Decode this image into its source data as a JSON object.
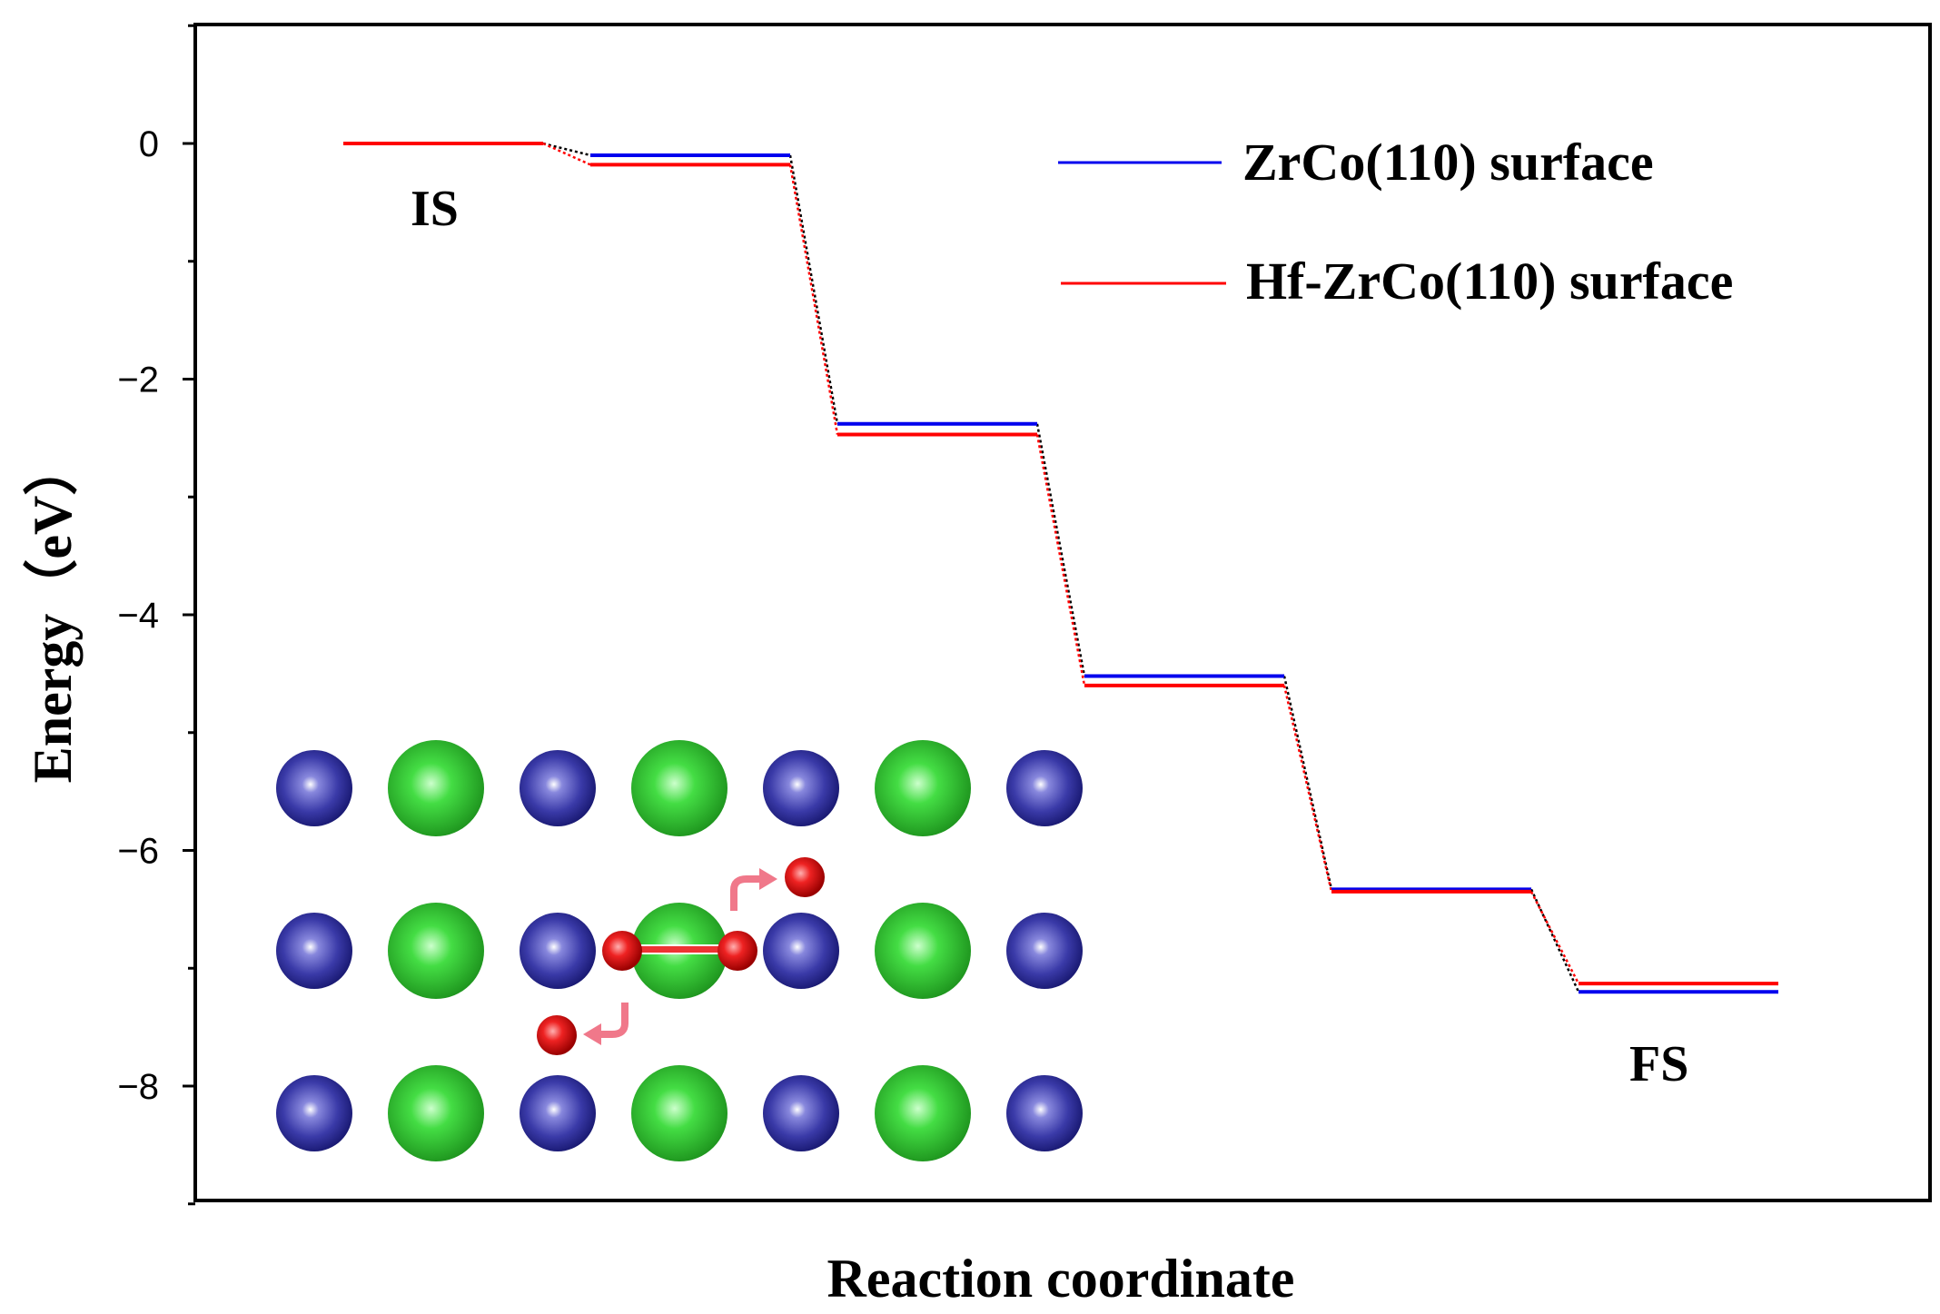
{
  "chart_data": {
    "type": "line",
    "ylabel": "Energy（eV）",
    "xlabel": "Reaction coordinate",
    "ylim": [
      -9,
      1
    ],
    "yticks": [
      0,
      -2,
      -4,
      -6,
      -8
    ],
    "ytick_labels": [
      "0",
      "−2",
      "−4",
      "−6",
      "−8"
    ],
    "x_steps": 7,
    "series": [
      {
        "name": "ZrCo(110) surface",
        "color": "#0000ee",
        "values": [
          0,
          -0.1,
          -2.38,
          -4.52,
          -6.33,
          -7.2
        ]
      },
      {
        "name": "Hf-ZrCo(110) surface",
        "color": "#ff0000",
        "values": [
          0,
          -0.18,
          -2.47,
          -4.6,
          -6.35,
          -7.13
        ]
      }
    ],
    "connector_style": "dotted",
    "state_labels": {
      "initial": "IS",
      "final": "FS"
    },
    "legend_position": "top-right",
    "inset": {
      "description_icon": "atomic-structure-inset",
      "colors": {
        "blue_atom": "#2a2a9a",
        "green_atom": "#33cc33",
        "oxygen": "#dd1111"
      }
    }
  }
}
